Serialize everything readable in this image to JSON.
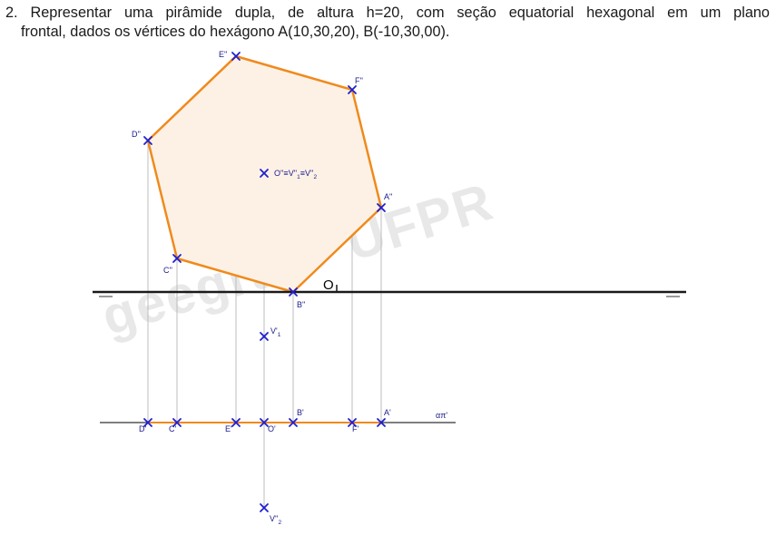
{
  "problem": {
    "line1": "2. Representar uma pirâmide dupla, de altura h=20, com seção equatorial hexagonal em um plano",
    "line2": "frontal, dados os vértices do hexágono A(10,30,20), B(-10,30,00)."
  },
  "watermark": "geegraf - UFPR",
  "labels": {
    "E2": "E''",
    "F2": "F''",
    "D2": "D''",
    "A2": "A''",
    "C2": "C''",
    "B2": "B''",
    "O2_main": "O''≡V''",
    "O2_sub1": "1",
    "O2_mid": "≡V''",
    "O2_sub2": "2",
    "origin": "O",
    "V1_main": "V'",
    "V1_sub": "1",
    "V2_main": "V''",
    "V2_sub": "2",
    "D1": "D'",
    "C1": "C'",
    "E1": "E'",
    "O1": "O'",
    "B1": "B'",
    "F1": "F'",
    "A1": "A'",
    "plane": "απ'"
  },
  "colors": {
    "hexagon_stroke": "#f08a1c",
    "hexagon_fill": "#fdf1e6",
    "marker": "#1f1fcf",
    "projector": "#bdbdbd",
    "ground_line": "#1a1a1a"
  }
}
